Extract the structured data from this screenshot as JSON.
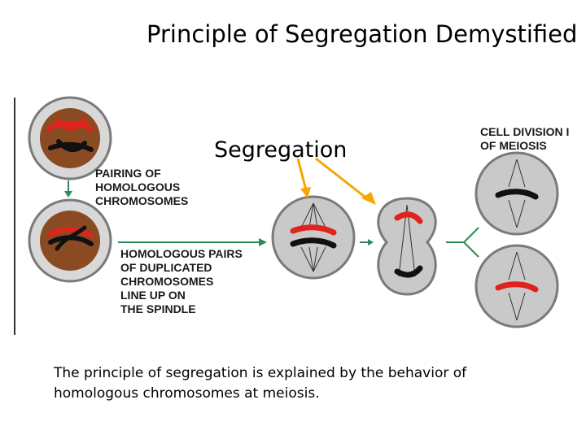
{
  "title": "Principle of Segregation Demystified",
  "segregation_label": "Segregation",
  "diagram": {
    "pairing_label": "PAIRING OF\nHOMOLOGOUS\nCHROMOSOMES",
    "line_up_label": "HOMOLOGOUS PAIRS\nOF DUPLICATED\nCHROMOSOMES\nLINE UP ON\nTHE SPINDLE",
    "cell_division_label": "CELL DIVISION I\nOF MEIOSIS"
  },
  "caption": "The principle of segregation is explained by the behavior of homologous chromosomes at meiosis.",
  "colors": {
    "cell_outline": "#7a7a7a",
    "nucleus": "#8a4a22",
    "spindle_cell": "#c9c9c9",
    "arrow_green": "#2e8b57",
    "arrow_orange": "#f7a600",
    "chromosome_red": "#e0231c",
    "chromosome_black": "#111111"
  }
}
